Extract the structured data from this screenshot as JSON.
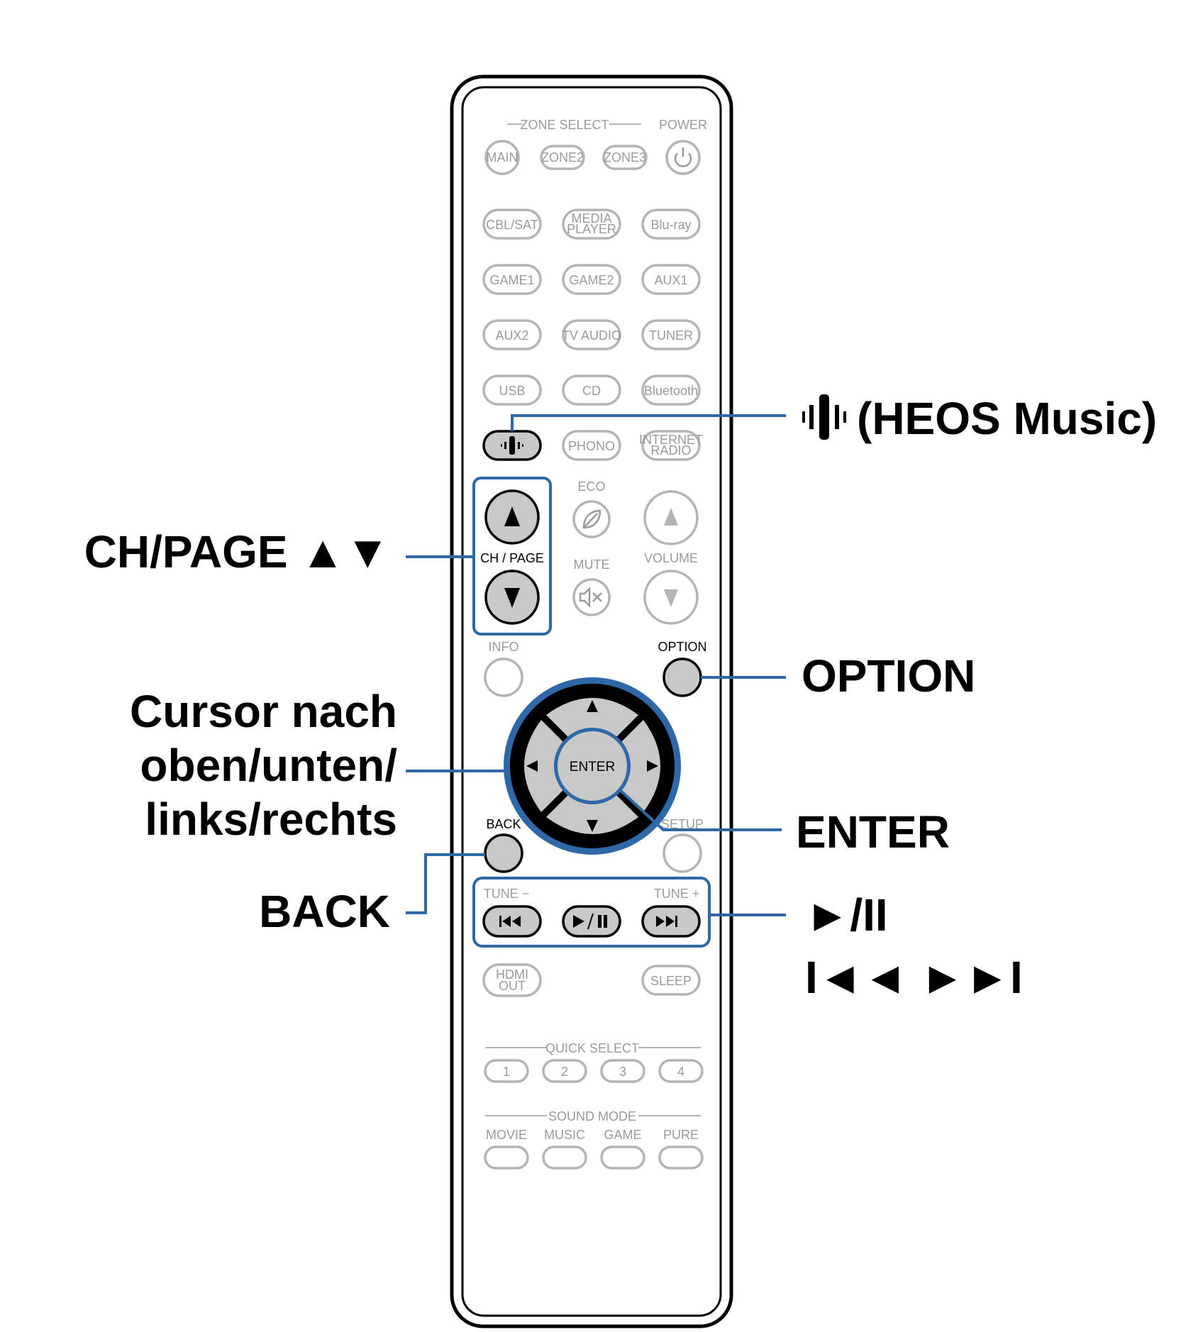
{
  "remote": {
    "zone_select": "ZONE SELECT",
    "power": "POWER",
    "zone_buttons": [
      "MAIN",
      "ZONE2",
      "ZONE3"
    ],
    "source_rows": [
      [
        "CBL/SAT",
        "MEDIA PLAYER",
        "Blu-ray"
      ],
      [
        "GAME1",
        "GAME2",
        "AUX1"
      ],
      [
        "AUX2",
        "TV AUDIO",
        "TUNER"
      ],
      [
        "USB",
        "CD",
        "Bluetooth"
      ],
      [
        "",
        "PHONO",
        "INTERNET RADIO"
      ]
    ],
    "eco": "ECO",
    "ch_page": "CH / PAGE",
    "mute": "MUTE",
    "volume": "VOLUME",
    "info": "INFO",
    "option": "OPTION",
    "enter": "ENTER",
    "back": "BACK",
    "setup": "SETUP",
    "tune_minus": "TUNE −",
    "tune_plus": "TUNE +",
    "hdmi_out": "HDMI OUT",
    "sleep": "SLEEP",
    "quick_select": "QUICK SELECT",
    "quick_buttons": [
      "1",
      "2",
      "3",
      "4"
    ],
    "sound_mode": "SOUND MODE",
    "sound_modes": [
      "MOVIE",
      "MUSIC",
      "GAME",
      "PURE"
    ]
  },
  "callouts": {
    "heos": "(HEOS Music)",
    "ch_page": "CH/PAGE ▲▼",
    "option": "OPTION",
    "cursor": [
      "Cursor nach",
      "oben/unten/",
      "links/rechts"
    ],
    "enter": "ENTER",
    "back": "BACK",
    "play_pause": "►/II",
    "skip": "I◄◄ ►►I"
  },
  "colors": {
    "highlight": "#2f68a6",
    "pressed": "#c8c8c8",
    "inactive": "#b4b4b4"
  }
}
